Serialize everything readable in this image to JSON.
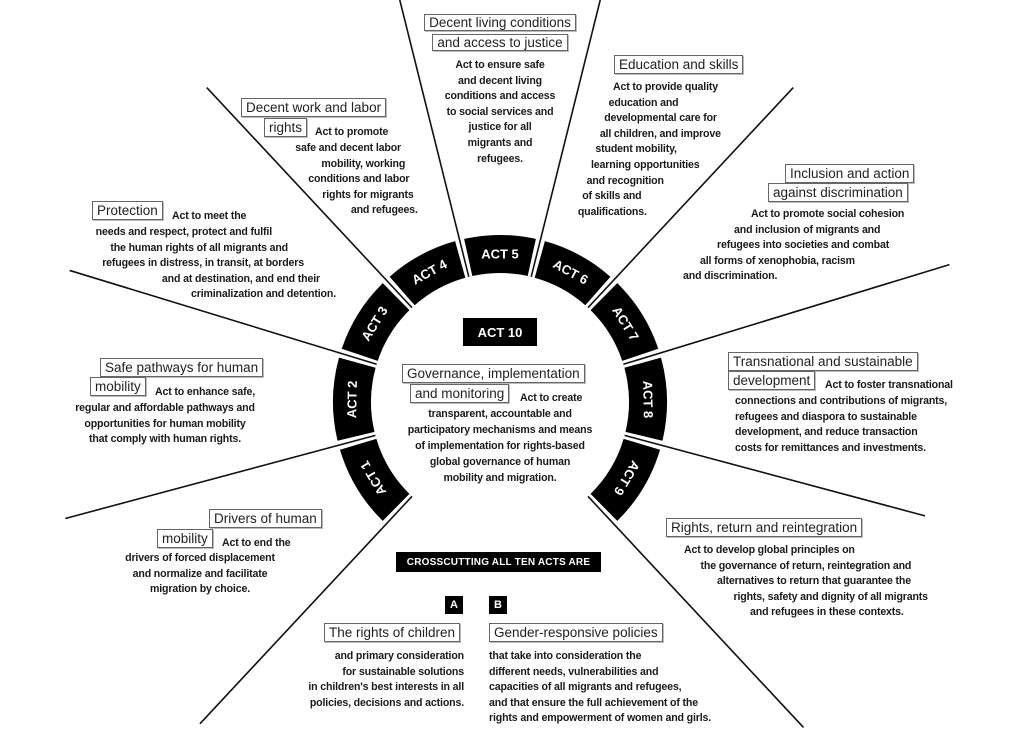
{
  "ring": {
    "acts": [
      "ACT 1",
      "ACT 2",
      "ACT 3",
      "ACT 4",
      "ACT 5",
      "ACT 6",
      "ACT 7",
      "ACT 8",
      "ACT 9"
    ],
    "center_label": "ACT 10"
  },
  "decent_living": {
    "title": [
      "Decent living conditions",
      "and access to justice"
    ],
    "body": [
      "Act to ensure safe",
      "and decent living",
      "conditions and access",
      "to social services and",
      "justice for all",
      "migrants and",
      "refugees."
    ]
  },
  "education": {
    "title": [
      "Education and skills"
    ],
    "body": [
      "Act to provide quality",
      "education and",
      "developmental care for",
      "all children, and improve",
      "student mobility,",
      "learning opportunities",
      "and recognition",
      "of skills and",
      "qualifications."
    ]
  },
  "decent_work": {
    "title": [
      "Decent work and labor",
      "rights"
    ],
    "body": [
      "Act to promote",
      "safe and decent labor",
      "mobility, working",
      "conditions and labor",
      "rights for migrants",
      "and refugees."
    ]
  },
  "protection": {
    "title": [
      "Protection"
    ],
    "body": [
      "Act to meet the",
      "needs and respect, protect and fulfil",
      "the human rights of all migrants and",
      "refugees in distress, in transit, at borders",
      "and at destination, and end their",
      "criminalization and detention."
    ]
  },
  "safe_pathways": {
    "title": [
      "Safe pathways for human",
      "mobility"
    ],
    "body": [
      "Act to enhance safe,",
      "regular and affordable pathways and",
      "opportunities for human mobility",
      "that comply with human rights."
    ]
  },
  "drivers": {
    "title": [
      "Drivers of human",
      "mobility"
    ],
    "body": [
      "Act to end the",
      "drivers of forced displacement",
      "and normalize and facilitate",
      "migration by choice."
    ]
  },
  "inclusion": {
    "title": [
      "Inclusion and action",
      "against discrimination"
    ],
    "body": [
      "Act to promote social cohesion",
      "and inclusion of migrants and",
      "refugees into societies and combat",
      "all forms of xenophobia, racism",
      "and discrimination."
    ]
  },
  "transnational": {
    "title": [
      "Transnational and sustainable",
      "development"
    ],
    "body": [
      "Act to foster transnational",
      "connections and contributions of migrants,",
      "refugees and diaspora to sustainable",
      "development, and reduce transaction",
      "costs for remittances and investments."
    ]
  },
  "rights_return": {
    "title": [
      "Rights, return and reintegration"
    ],
    "body": [
      "Act to develop global principles on",
      "the governance of return, reintegration and",
      "alternatives to return that guarantee the",
      "rights, safety and dignity of all migrants",
      "and refugees in these contexts."
    ]
  },
  "governance": {
    "title": [
      "Governance, implementation",
      "and monitoring"
    ],
    "body": [
      "Act to create",
      "transparent, accountable and",
      "participatory mechanisms and means",
      "of implementation for rights-based",
      "global governance of human",
      "mobility and migration."
    ]
  },
  "crosscutting": {
    "label": "CROSSCUTTING ALL TEN ACTS ARE",
    "a": {
      "letter": "A",
      "title": "The rights of children",
      "body": [
        "and primary consideration",
        "for sustainable solutions",
        "in children's best interests in all",
        "policies, decisions and actions."
      ]
    },
    "b": {
      "letter": "B",
      "title": "Gender-responsive policies",
      "body": [
        "that take into consideration the",
        "different needs, vulnerabilities and",
        "capacities of all migrants and refugees,",
        "and that ensure the full achievement of the",
        "rights and empowerment of women and girls."
      ]
    }
  }
}
